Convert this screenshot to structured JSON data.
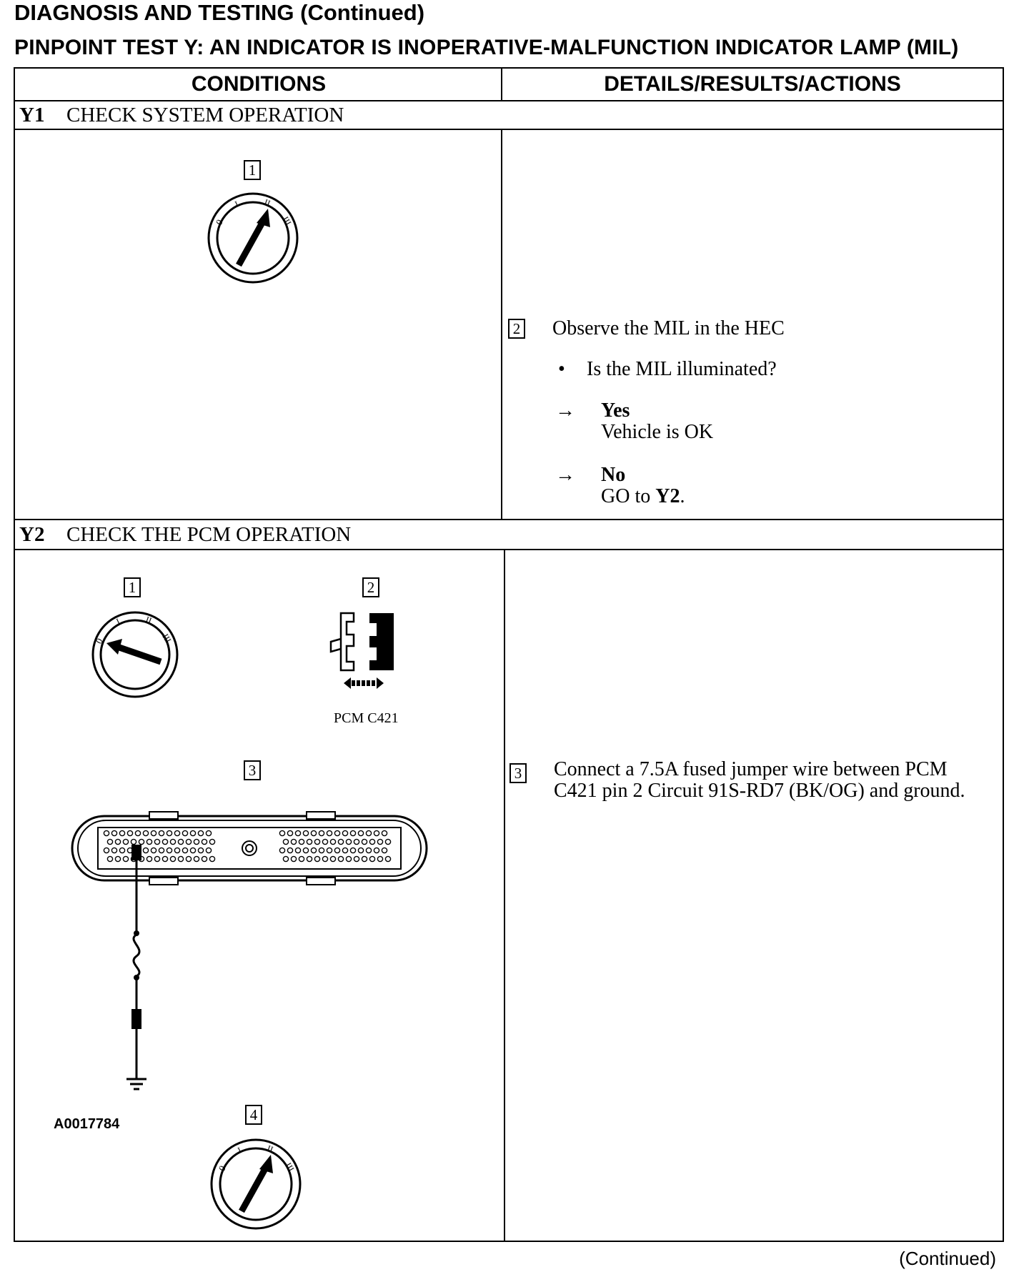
{
  "header": {
    "title": "DIAGNOSIS AND TESTING (Continued)"
  },
  "test": {
    "title": "PINPOINT TEST Y: AN INDICATOR IS INOPERATIVE-MALFUNCTION INDICATOR LAMP (MIL)"
  },
  "table": {
    "col_conditions": "CONDITIONS",
    "col_details": "DETAILS/RESULTS/ACTIONS"
  },
  "steps": [
    {
      "id": "Y1",
      "title": "CHECK SYSTEM OPERATION",
      "callouts": [
        "1",
        "2"
      ],
      "instruction": "Observe the MIL in the HEC",
      "question": "Is the MIL illuminated?",
      "results": [
        {
          "answer": "Yes",
          "action": "Vehicle is OK"
        },
        {
          "answer": "No",
          "action_prefix": "GO to ",
          "action_target": "Y2",
          "action_suffix": "."
        }
      ]
    },
    {
      "id": "Y2",
      "title": "CHECK THE PCM OPERATION",
      "callouts": [
        "1",
        "2",
        "3",
        "4"
      ],
      "connector_label": "PCM C421",
      "instruction_line1": "Connect a 7.5A fused jumper wire between PCM",
      "instruction_line2": "C421 pin 2 Circuit 91S-RD7 (BK/OG) and ground.",
      "figure_id": "A0017784"
    }
  ],
  "footer": {
    "continued": "(Continued)"
  },
  "icons": {
    "ignition_switch": "ignition-key-switch-icon",
    "connector": "electrical-connector-icon",
    "pcm_module": "pcm-connector-icon",
    "fuse": "fuse-icon",
    "ground": "ground-symbol-icon"
  }
}
